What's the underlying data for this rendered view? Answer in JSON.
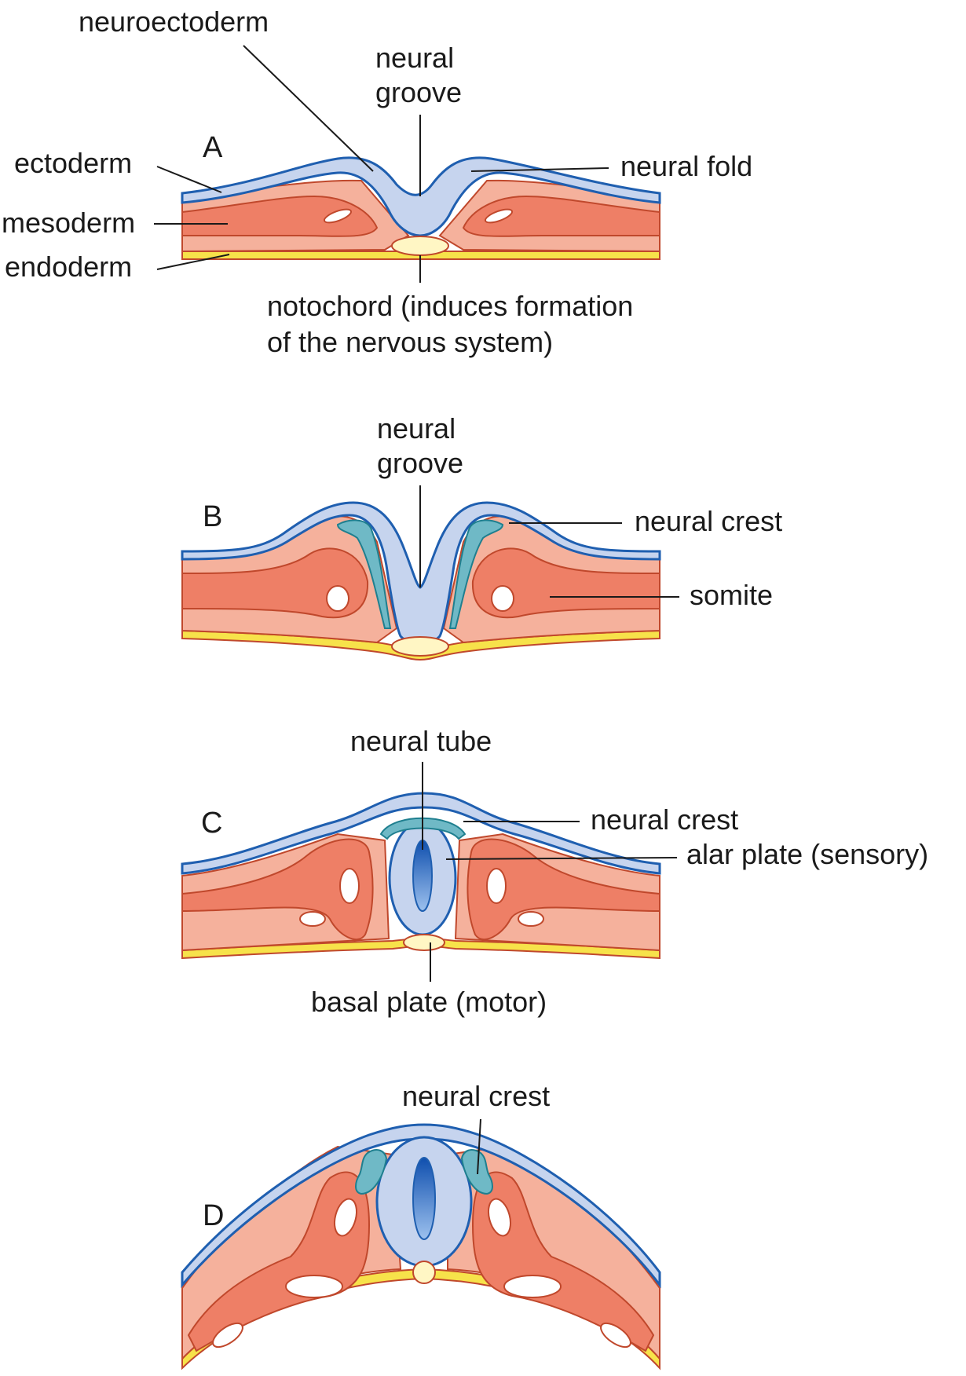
{
  "colors": {
    "ectoderm_fill": "#c6d4ee",
    "ectoderm_line": "#1f5fb0",
    "mesoderm_light": "#f5b19c",
    "mesoderm_dark": "#ee7f66",
    "mesoderm_line": "#c0482c",
    "endoderm": "#f7e24a",
    "notochord": "#fff6c4",
    "neural_crest": "#6fb9c6",
    "neural_crest_line": "#1f7f8f",
    "lumen_dark": "#1459b8",
    "lumen_light": "#8fb8ea"
  },
  "panels": [
    {
      "letter": "A",
      "labels": {
        "neuroectoderm": "neuroectoderm",
        "neural_groove_l1": "neural",
        "neural_groove_l2": "groove",
        "ectoderm": "ectoderm",
        "neural_fold": "neural fold",
        "mesoderm": "mesoderm",
        "endoderm": "endoderm",
        "notochord_l1": "notochord (induces formation",
        "notochord_l2": "of the nervous system)"
      }
    },
    {
      "letter": "B",
      "labels": {
        "neural_groove_l1": "neural",
        "neural_groove_l2": "groove",
        "neural_crest": "neural crest",
        "somite": "somite"
      }
    },
    {
      "letter": "C",
      "labels": {
        "neural_tube": "neural tube",
        "neural_crest": "neural crest",
        "alar_plate": "alar plate (sensory)",
        "basal_plate": "basal plate (motor)"
      }
    },
    {
      "letter": "D",
      "labels": {
        "neural_crest": "neural crest"
      }
    }
  ]
}
